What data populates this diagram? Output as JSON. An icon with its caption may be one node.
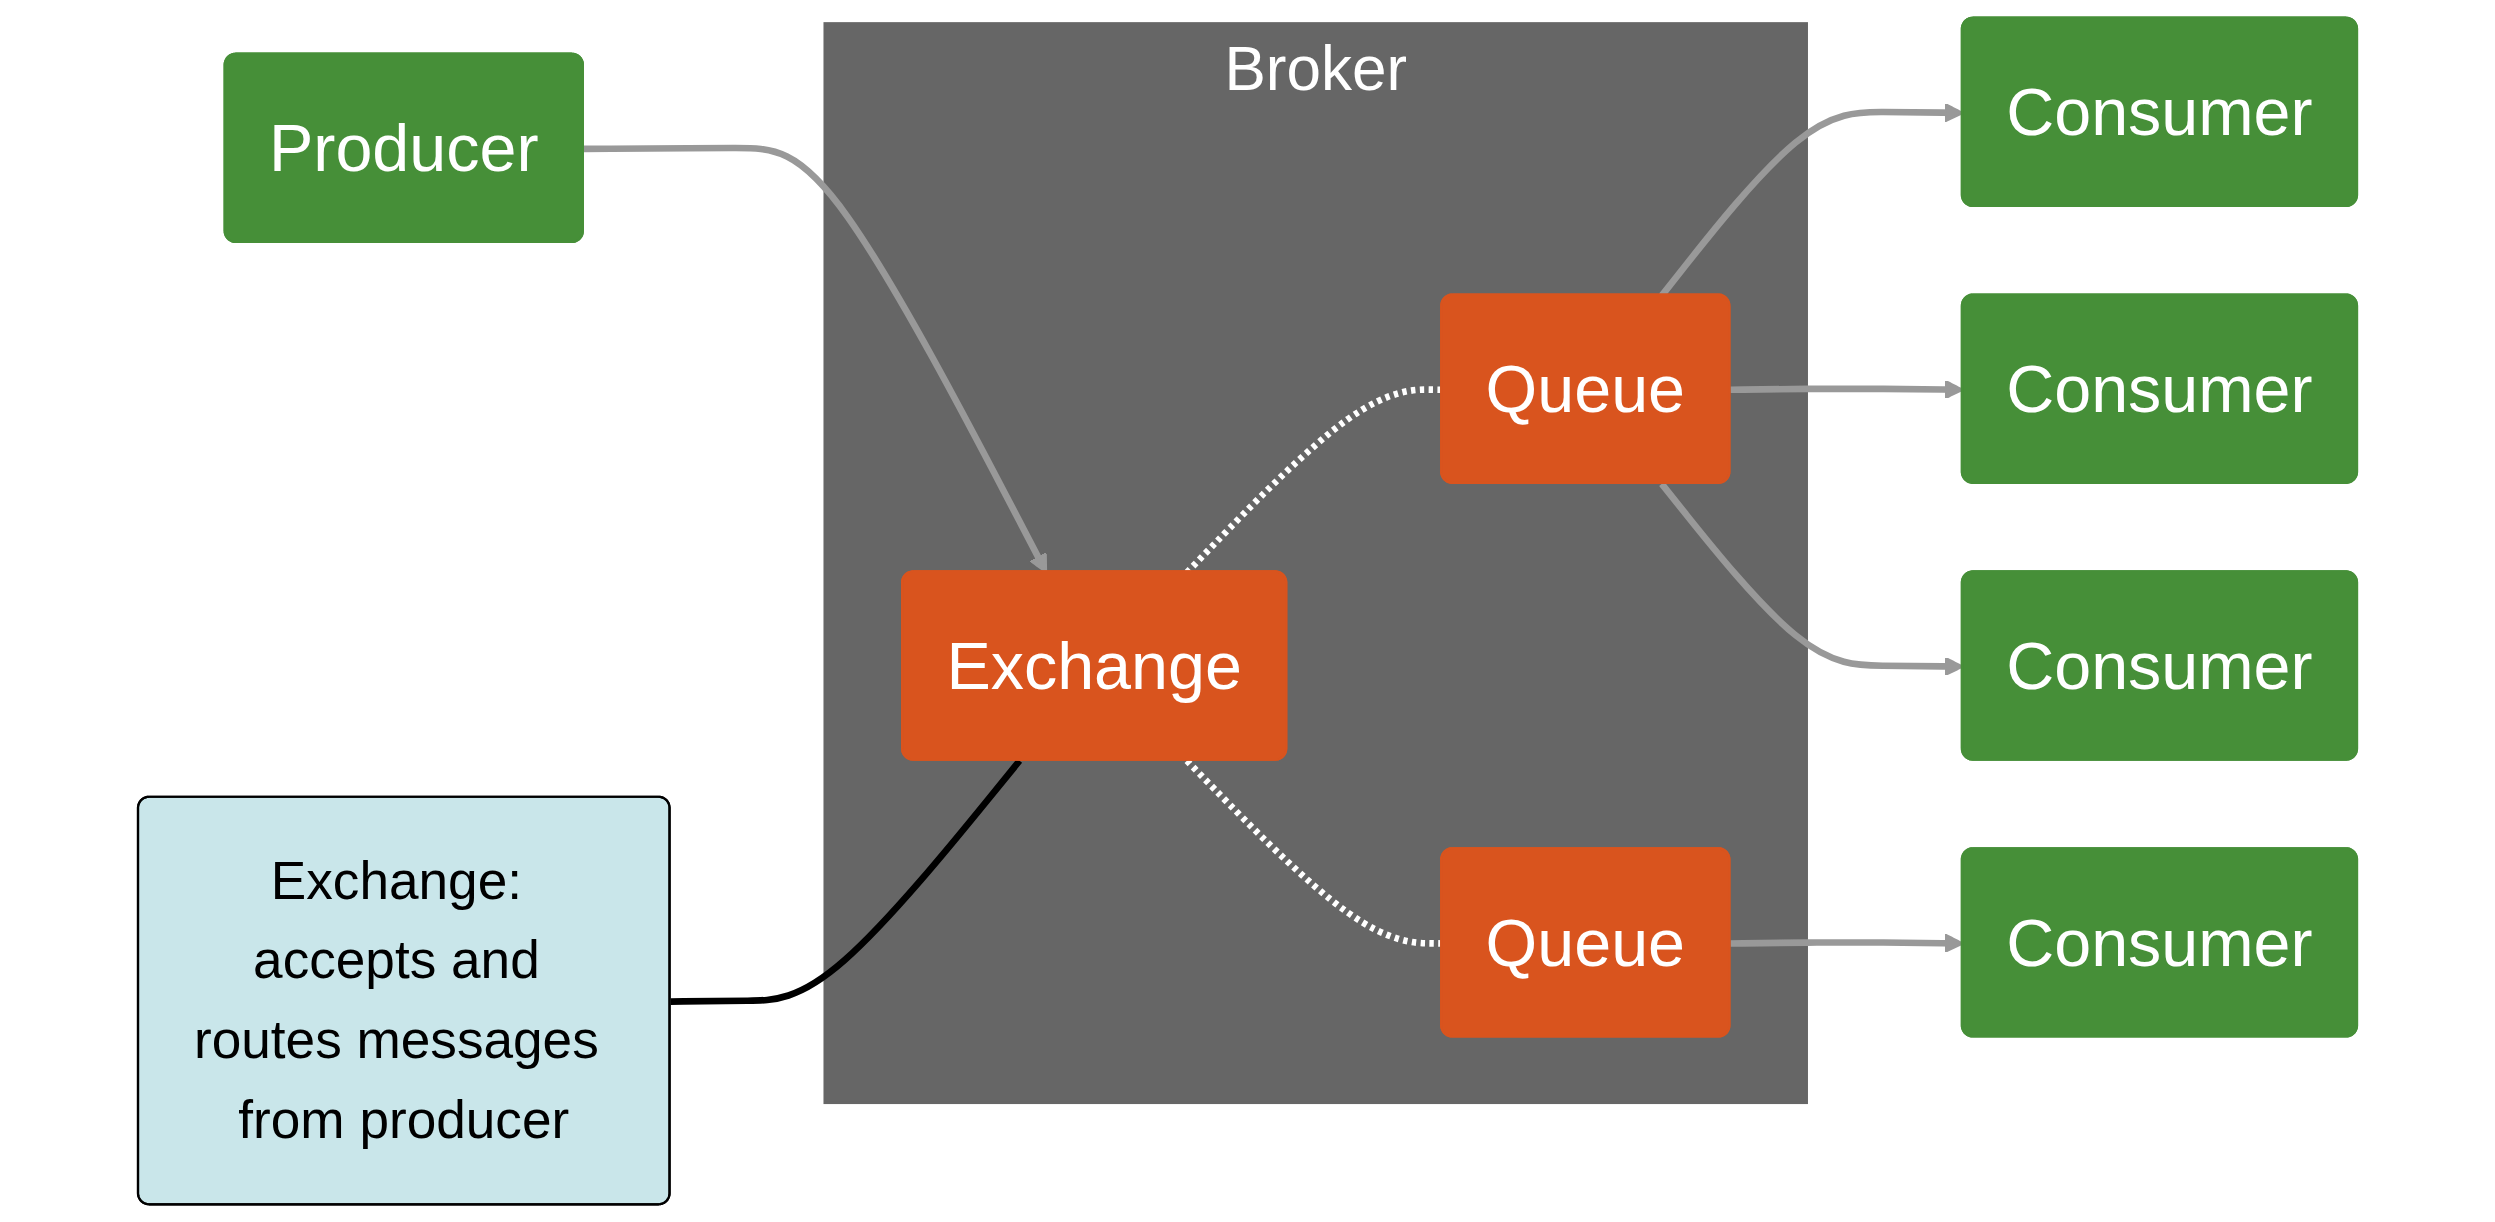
{
  "diagram": {
    "nodes": [
      {
        "text": [
          "Producer"
        ]
      },
      {
        "text": [
          "Broker"
        ]
      },
      {
        "text": [
          "Exchange"
        ],
        "in": 1
      },
      {
        "text": [
          "Queue"
        ],
        "in": 1
      },
      {
        "text": [
          "Queue"
        ],
        "in": 1
      },
      {
        "text": [
          "Consumer"
        ]
      },
      {
        "text": [
          "Consumer"
        ]
      },
      {
        "text": [
          "Consumer"
        ]
      },
      {
        "text": [
          "Consumer"
        ]
      },
      {
        "text": [
          "Exchange: accepts and routes messages from producer"
        ]
      }
    ],
    "edges": [
      {
        "from": 0,
        "to": 2,
        "arrow": "to"
      },
      {
        "from": 2,
        "to": 3,
        "arrow": "none",
        "style": "dashed",
        "color": "#ffffff"
      },
      {
        "from": 2,
        "to": 4,
        "arrow": "none",
        "style": "dashed",
        "color": "#ffffff"
      },
      {
        "from": 3,
        "to": 5,
        "arrow": "to"
      },
      {
        "from": 3,
        "to": 6,
        "arrow": "to"
      },
      {
        "from": 3,
        "to": 7,
        "arrow": "to"
      },
      {
        "from": 4,
        "to": 8,
        "arrow": "to"
      },
      {
        "from": 9,
        "to": 2,
        "arrow": "none",
        "color": "#000000"
      }
    ]
  }
}
